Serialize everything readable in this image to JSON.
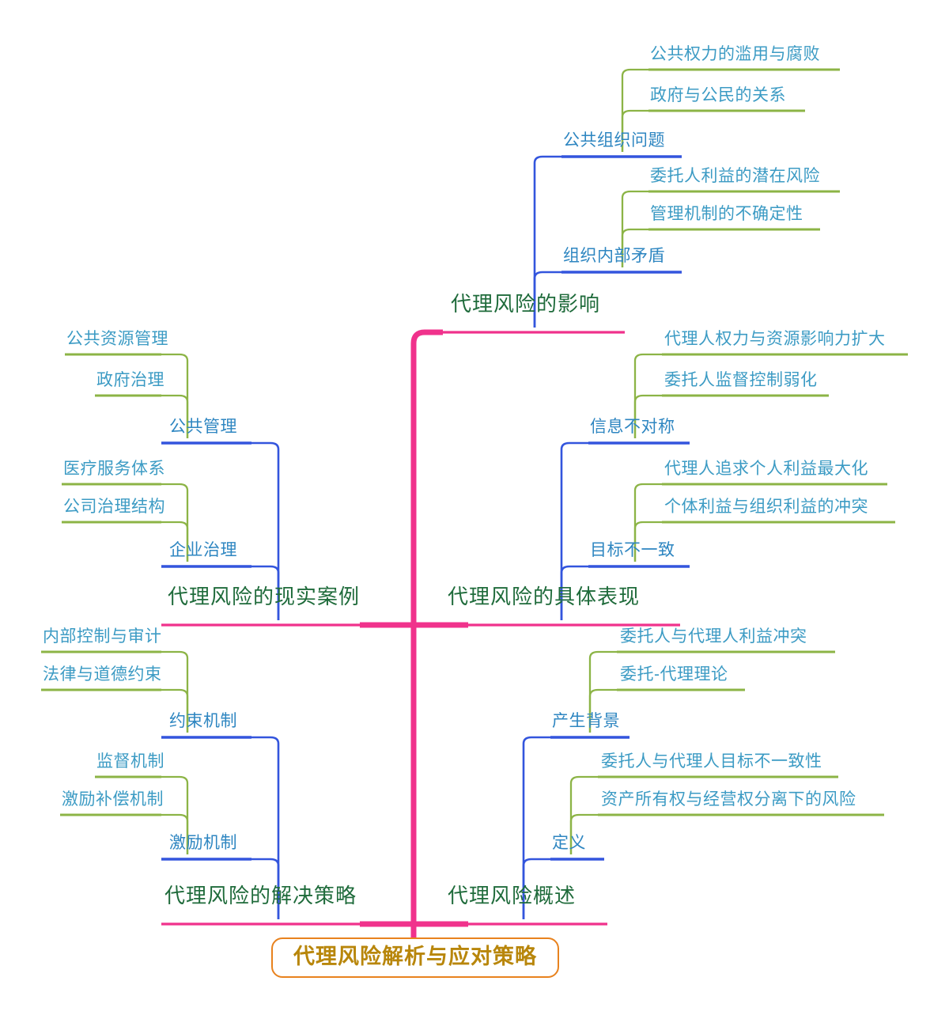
{
  "diagram": {
    "type": "mind-map",
    "title": "代理风险解析与应对策略",
    "colors": {
      "root_text": "#B8860B",
      "root_border": "#E8821E",
      "spine": "#F0328C",
      "level1_text": "#1F6B3B",
      "level1_underline": "#F0328C",
      "level2_text": "#2E86C1",
      "level2_underline": "#3355DD",
      "level3_text": "#3C9BC4",
      "level3_underline": "#8CB446",
      "background": "#FFFFFF"
    }
  },
  "root": {
    "label": "代理风险解析与应对策略"
  },
  "branches": [
    {
      "id": "impact",
      "label": "代理风险的影响",
      "children": [
        {
          "label": "公共组织问题",
          "leaves": [
            "公共权力的滥用与腐败",
            "政府与公民的关系"
          ]
        },
        {
          "label": "组织内部矛盾",
          "leaves": [
            "委托人利益的潜在风险",
            "管理机制的不确定性"
          ]
        }
      ]
    },
    {
      "id": "cases",
      "label": "代理风险的现实案例",
      "children": [
        {
          "label": "公共管理",
          "leaves": [
            "公共资源管理",
            "政府治理"
          ]
        },
        {
          "label": "企业治理",
          "leaves": [
            "医疗服务体系",
            "公司治理结构"
          ]
        }
      ]
    },
    {
      "id": "manifestations",
      "label": "代理风险的具体表现",
      "children": [
        {
          "label": "信息不对称",
          "leaves": [
            "代理人权力与资源影响力扩大",
            "委托人监督控制弱化"
          ]
        },
        {
          "label": "目标不一致",
          "leaves": [
            "代理人追求个人利益最大化",
            "个体利益与组织利益的冲突"
          ]
        }
      ]
    },
    {
      "id": "solutions",
      "label": "代理风险的解决策略",
      "children": [
        {
          "label": "约束机制",
          "leaves": [
            "内部控制与审计",
            "法律与道德约束"
          ]
        },
        {
          "label": "激励机制",
          "leaves": [
            "监督机制",
            "激励补偿机制"
          ]
        }
      ]
    },
    {
      "id": "overview",
      "label": "代理风险概述",
      "children": [
        {
          "label": "产生背景",
          "leaves": [
            "委托人与代理人利益冲突",
            "委托-代理理论"
          ]
        },
        {
          "label": "定义",
          "leaves": [
            "委托人与代理人目标不一致性",
            "资产所有权与经营权分离下的风险"
          ]
        }
      ]
    }
  ]
}
